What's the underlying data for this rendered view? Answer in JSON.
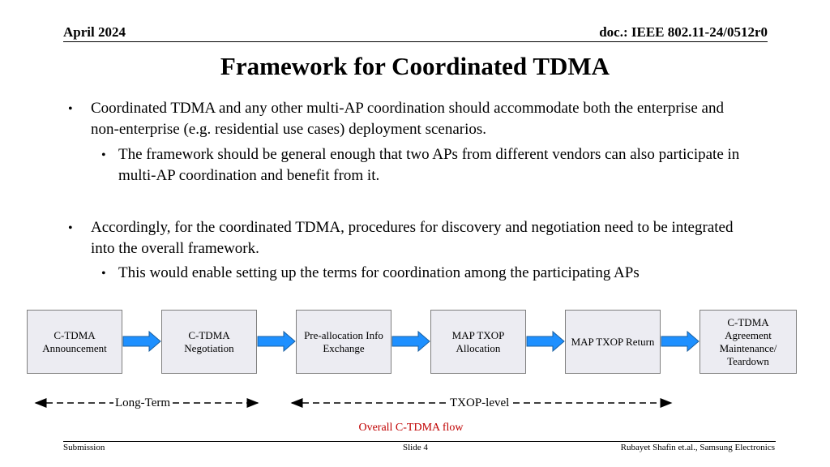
{
  "header": {
    "date": "April 2024",
    "doc": "doc.: IEEE 802.11-24/0512r0"
  },
  "title": "Framework for Coordinated TDMA",
  "bullets": [
    {
      "text": "Coordinated TDMA and any other multi-AP coordination should accommodate both the enterprise and non-enterprise (e.g. residential use cases) deployment scenarios.",
      "level": 1
    },
    {
      "text": "The framework should be general enough that two APs from different vendors can also participate in multi-AP coordination and benefit from it.",
      "level": 2
    },
    {
      "text": "Accordingly, for the coordinated TDMA, procedures for discovery and negotiation need to be integrated into the overall framework.",
      "level": 1
    },
    {
      "text": "This would enable setting up the terms for coordination among the participating APs",
      "level": 2
    }
  ],
  "flow": {
    "steps": [
      "C-TDMA Announcement",
      "C-TDMA Negotiation",
      "Pre-allocation Info Exchange",
      "MAP TXOP Allocation",
      "MAP TXOP Return",
      "C-TDMA Agreement Maintenance/ Teardown"
    ],
    "long_term_label": "Long-Term",
    "txop_level_label": "TXOP-level",
    "caption": "Overall C-TDMA flow",
    "arrow_color": "#1e90ff",
    "caption_color": "#c00000"
  },
  "footer": {
    "left": "Submission",
    "center": "Slide 4",
    "right": "Rubayet Shafin et.al., Samsung Electronics"
  }
}
